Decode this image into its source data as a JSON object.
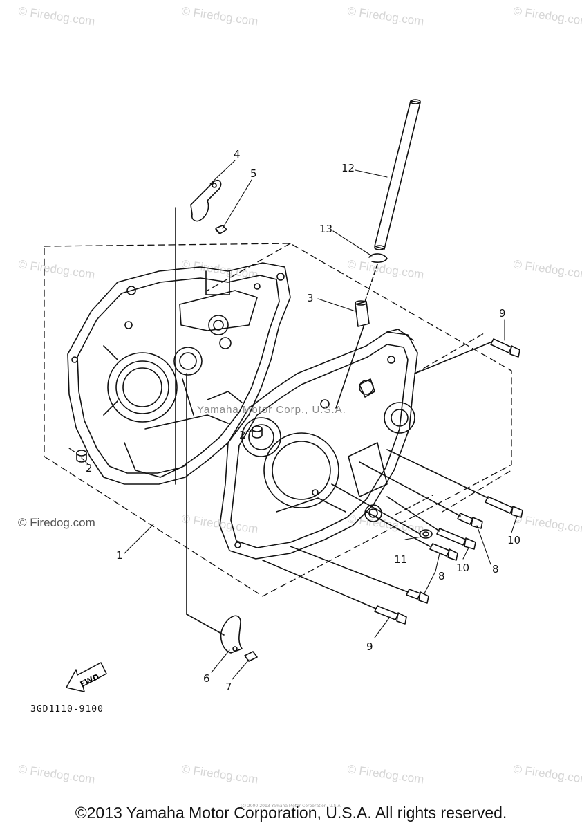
{
  "watermark": {
    "text": "© Firedog.com",
    "caption": "© Firedog.com"
  },
  "center_mark": "Yamaha Motor Corp., U.S.A.",
  "callouts": [
    {
      "id": "c12",
      "label": "12"
    },
    {
      "id": "c13",
      "label": "13"
    },
    {
      "id": "c4",
      "label": "4"
    },
    {
      "id": "c5",
      "label": "5"
    },
    {
      "id": "c3",
      "label": "3"
    },
    {
      "id": "c9a",
      "label": "9"
    },
    {
      "id": "c2a",
      "label": "2"
    },
    {
      "id": "c2b",
      "label": "2"
    },
    {
      "id": "c1",
      "label": "1"
    },
    {
      "id": "c11",
      "label": "11"
    },
    {
      "id": "c10a",
      "label": "10"
    },
    {
      "id": "c8a",
      "label": "8"
    },
    {
      "id": "c10b",
      "label": "10"
    },
    {
      "id": "c8b",
      "label": "8"
    },
    {
      "id": "c9b",
      "label": "9"
    },
    {
      "id": "c6",
      "label": "6"
    },
    {
      "id": "c7",
      "label": "7"
    }
  ],
  "fwd_label": "FWD",
  "part_code": "3GD1110-9100",
  "fine_print": "(c) 2000-2013 Yamaha Motor Corporation, U.S.A.",
  "footer": "©2013 Yamaha Motor Corporation, U.S.A. All rights reserved."
}
